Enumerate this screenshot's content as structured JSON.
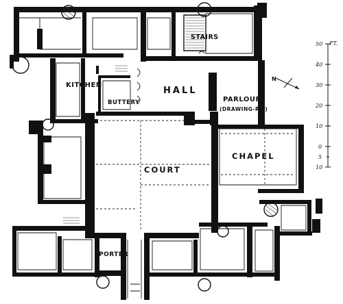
{
  "rooms": {
    "kitchen": "KITCHEN",
    "buttery": "BUTTERY",
    "hall": "HALL",
    "stairs": "STAIRS",
    "parlour": "PARLOUR",
    "drawing_room": "(DRAWING-RM)",
    "chapel": "CHAPEL",
    "court": "COURT",
    "porter": "PORTER"
  },
  "north_arrow": {
    "label": "N"
  },
  "scale": {
    "unit": "FT.",
    "ticks_above": [
      "50",
      "40",
      "30",
      "20",
      "10",
      "0"
    ],
    "ticks_below": [
      "5",
      "10"
    ]
  }
}
